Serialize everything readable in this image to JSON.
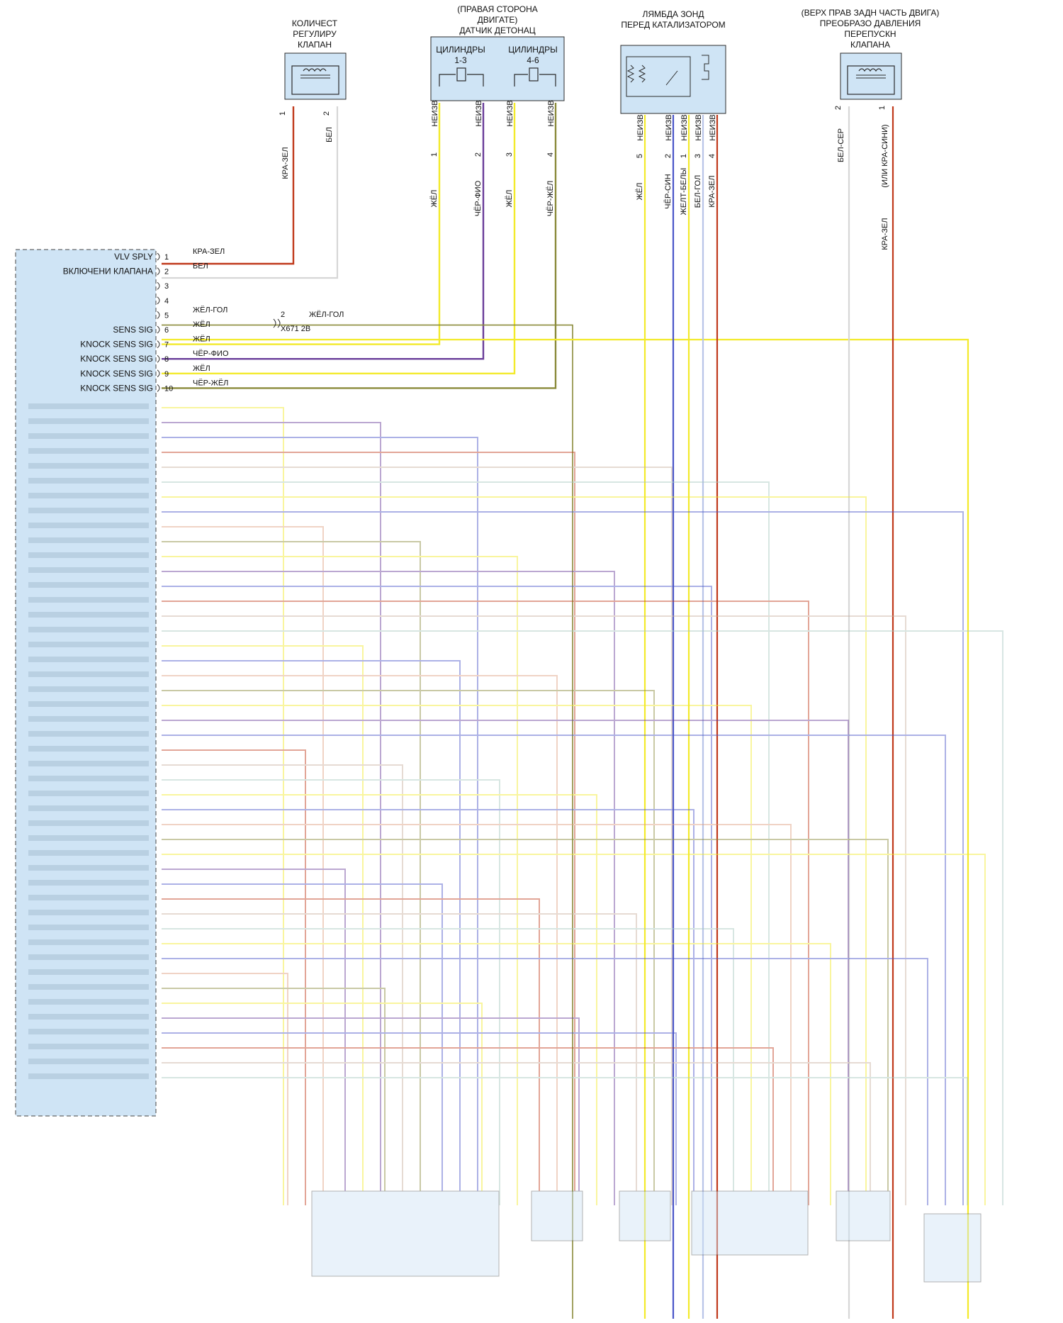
{
  "components": {
    "vcv_left": {
      "title": [
        "КОЛИЧЕСТ",
        "РЕГУЛИРУ",
        "КЛАПАН"
      ],
      "pins": [
        "1",
        "2"
      ]
    },
    "knock_sensor": {
      "title": [
        "(ПРАВАЯ СТОРОНА",
        "ДВИГАТЕ)",
        "ДАТЧИК ДЕТОНАЦ"
      ],
      "group1": [
        "ЦИЛИНДРЫ",
        "1-3"
      ],
      "group2": [
        "ЦИЛИНДРЫ",
        "4-6"
      ],
      "pins": [
        "1",
        "2",
        "3",
        "4"
      ],
      "pin_note": "НЕИЗВ"
    },
    "lambda": {
      "title": [
        "ЛЯМБДА ЗОНД",
        "ПЕРЕД КАТАЛИЗАТОРОМ"
      ],
      "pins": [
        "5",
        "2",
        "1",
        "3",
        "4"
      ],
      "pin_note": "НЕИЗВ"
    },
    "bypass_valve": {
      "title": [
        "(ВЕРХ ПРАВ ЗАДН ЧАСТЬ ДВИГА)",
        "ПРЕОБРАЗО ДАВЛЕНИЯ",
        "ПЕРЕПУСКН",
        "КЛАПАНА"
      ],
      "pins": [
        "2",
        "1"
      ]
    }
  },
  "wire_labels": {
    "vcv1": "КРА-ЗЕЛ",
    "vcv2": "БЕЛ",
    "ks1": "ЖЁЛ",
    "ks2": "ЧЁР-ФИО",
    "ks3": "ЖЁЛ",
    "ks4": "ЧЁР-ЖЁЛ",
    "lz5": "ЖЁЛ",
    "lz2": "ЧЁР-СИН",
    "lz1": "ЖЕЛТ-БЕЛЫ",
    "lz3": "БЕЛ-ГОЛ",
    "lz4": "КРА-ЗЕЛ",
    "bv2": "БЕЛ-СЕР",
    "bv1": "КРА-ЗЕЛ",
    "bv1_alt": "(ИЛИ КРА-СИНИ)"
  },
  "ecm": {
    "pins": [
      {
        "num": "1",
        "signal": "VLV SPLY",
        "wire": "КРА-ЗЕЛ"
      },
      {
        "num": "2",
        "signal": "ВКЛЮЧЕНИ КЛАПАНА",
        "wire": "БЕЛ"
      },
      {
        "num": "3",
        "signal": "",
        "wire": ""
      },
      {
        "num": "4",
        "signal": "",
        "wire": ""
      },
      {
        "num": "5",
        "signal": "",
        "wire": "ЖЁЛ-ГОЛ"
      },
      {
        "num": "6",
        "signal": "SENS SIG",
        "wire": "ЖЁЛ"
      },
      {
        "num": "7",
        "signal": "KNOCK SENS SIG",
        "wire": "ЖЁЛ"
      },
      {
        "num": "8",
        "signal": "KNOCK SENS SIG",
        "wire": "ЧЁР-ФИО"
      },
      {
        "num": "9",
        "signal": "KNOCK SENS SIG",
        "wire": "ЖЁЛ"
      },
      {
        "num": "10",
        "signal": "KNOCK SENS SIG",
        "wire": "ЧЁР-ЖЁЛ"
      }
    ]
  },
  "connector": {
    "pin": "2",
    "name": "X671 2B",
    "wire": "ЖЁЛ-ГОЛ"
  },
  "colors": {
    "red": "#c0391b",
    "white": "#d6d6d6",
    "yellow": "#f3ea2a",
    "purple": "#6a3d9a",
    "olive": "#8a8a3a",
    "blue": "#4a55c8",
    "pink": "#e070d8",
    "comp_fill": "#cfe4f5"
  }
}
